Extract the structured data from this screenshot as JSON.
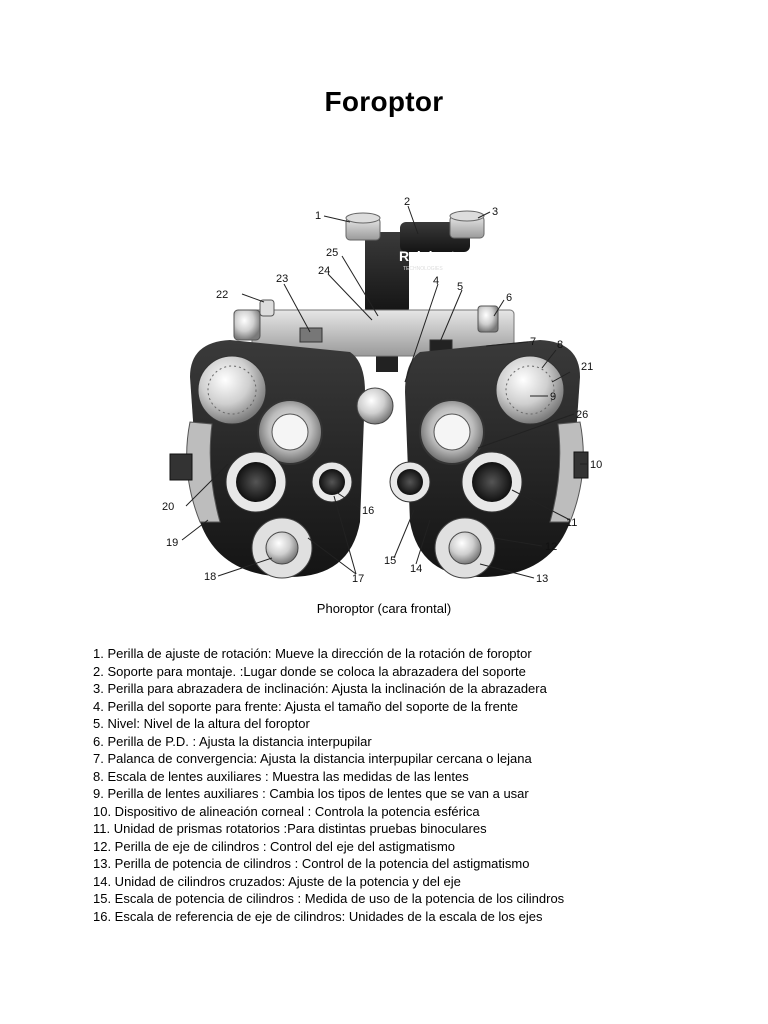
{
  "title": "Foroptor",
  "figure": {
    "brand": "Reichert",
    "brand_sub": "TECHNOLOGIES",
    "caption": "Phoroptor (cara frontal)",
    "callouts": [
      "1",
      "2",
      "3",
      "4",
      "5",
      "6",
      "7",
      "8",
      "9",
      "10",
      "11",
      "12",
      "13",
      "14",
      "15",
      "16",
      "17",
      "18",
      "19",
      "20",
      "21",
      "22",
      "23",
      "24",
      "25",
      "26"
    ]
  },
  "items": [
    "1. Perilla de ajuste de rotación: Mueve la dirección de la rotación de foroptor",
    "2. Soporte para montaje. :Lugar donde se coloca la abrazadera del soporte",
    "3. Perilla para abrazadera de inclinación: Ajusta la inclinación de la abrazadera",
    "4. Perilla del soporte para frente: Ajusta el tamaño del soporte de la frente",
    "5. Nivel: Nivel de la altura del foroptor",
    "6. Perilla de P.D. : Ajusta la distancia interpupilar",
    "7. Palanca de convergencia: Ajusta la distancia interpupilar cercana o lejana",
    "8. Escala de lentes auxiliares : Muestra las medidas de las lentes",
    "9. Perilla de lentes auxiliares : Cambia los tipos de lentes que se van a usar",
    "10. Dispositivo de alineación corneal : Controla la potencia esférica",
    "11. Unidad de prismas rotatorios :Para distintas pruebas binoculares",
    "12. Perilla de eje de cilindros : Control del eje del astigmatismo",
    "13. Perilla de potencia de cilindros : Control de la potencia del astigmatismo",
    "14. Unidad de cilindros cruzados: Ajuste de la potencia y del eje",
    "15. Escala de potencia de cilindros : Medida de uso de la potencia de los cilindros",
    "16. Escala de referencia de eje de cilindros: Unidades de la escala de los ejes"
  ]
}
